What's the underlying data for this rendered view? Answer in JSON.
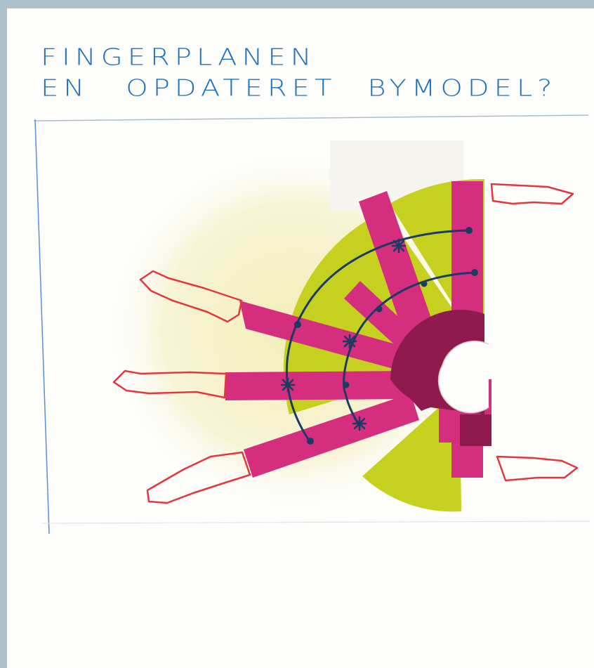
{
  "title": {
    "line1": "FINGERPLANEN",
    "line2_a": "EN",
    "line2_b": "OPDATERET",
    "line2_c": "BYMODEL?"
  },
  "colors": {
    "ink": "#1e70c0",
    "magenta": "#d52e7f",
    "core": "#8e1a4e",
    "sector": "#c6d11f",
    "glow": "#f4f0c8",
    "route": "#1b3b63",
    "marker": "#e3373d",
    "frame": "#a8bfd2"
  },
  "icons": [
    "finger-arrow",
    "rail-station-star",
    "city-core"
  ]
}
